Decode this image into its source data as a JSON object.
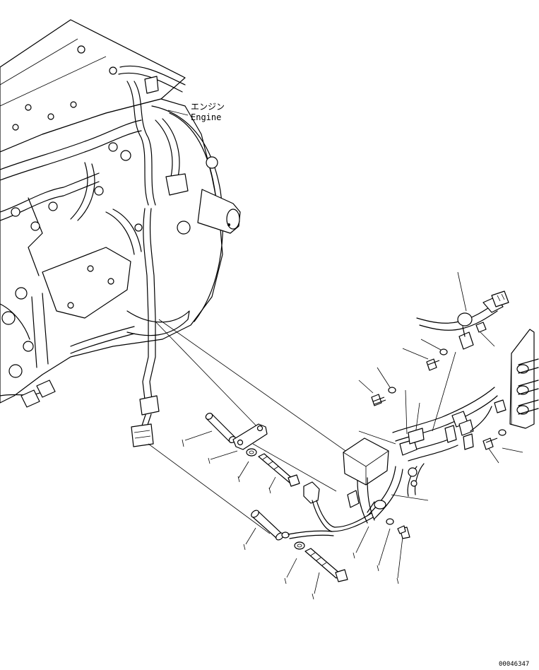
{
  "callouts": {
    "engine_ja": "エンジン",
    "engine_en": "Engine"
  },
  "drawing_number": "00046347"
}
